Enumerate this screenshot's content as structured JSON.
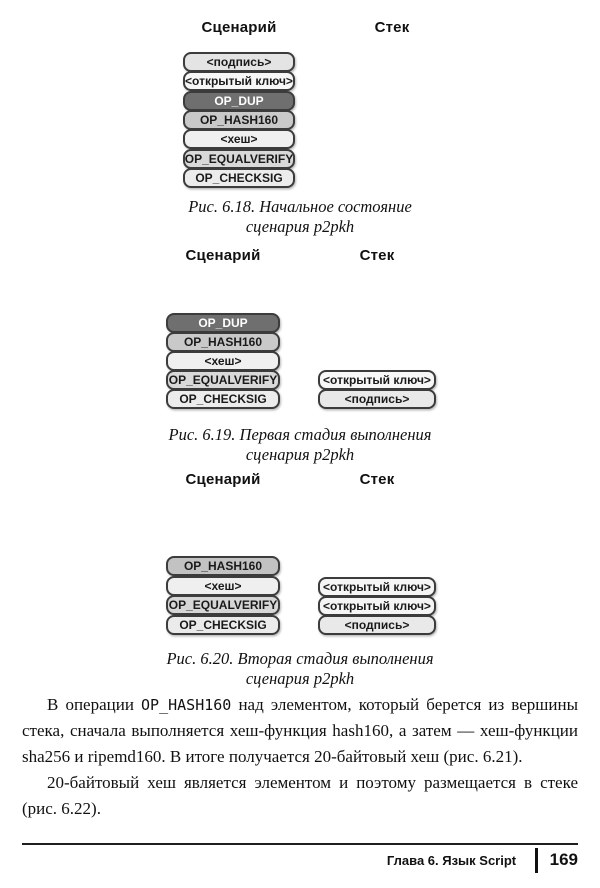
{
  "figures": [
    {
      "script_header": "Сценарий",
      "stack_header": "Стек",
      "caption_line1": "Рис. 6.18. Начальное состояние",
      "caption_line2": "сценария p2pkh",
      "script_boxes": [
        {
          "label": "<подпись>",
          "bg": "#e4e4e4",
          "fg": "#1a1a1a"
        },
        {
          "label": "<открытый ключ>",
          "bg": "#f7f7f7",
          "fg": "#1a1a1a"
        },
        {
          "label": "OP_DUP",
          "bg": "#6f6f6f",
          "fg": "#ffffff"
        },
        {
          "label": "OP_HASH160",
          "bg": "#c9c9c9",
          "fg": "#1a1a1a"
        },
        {
          "label": "<хеш>",
          "bg": "#f0f0f0",
          "fg": "#1a1a1a"
        },
        {
          "label": "OP_EQUALVERIFY",
          "bg": "#d9d9d9",
          "fg": "#1a1a1a"
        },
        {
          "label": "OP_CHECKSIG",
          "bg": "#ececec",
          "fg": "#1a1a1a"
        }
      ],
      "stack_boxes": []
    },
    {
      "script_header": "Сценарий",
      "stack_header": "Стек",
      "caption_line1": "Рис. 6.19. Первая стадия выполнения",
      "caption_line2": "сценария p2pkh",
      "script_boxes": [
        {
          "label": "OP_DUP",
          "bg": "#6f6f6f",
          "fg": "#ffffff"
        },
        {
          "label": "OP_HASH160",
          "bg": "#c9c9c9",
          "fg": "#1a1a1a"
        },
        {
          "label": "<хеш>",
          "bg": "#f0f0f0",
          "fg": "#1a1a1a"
        },
        {
          "label": "OP_EQUALVERIFY",
          "bg": "#d9d9d9",
          "fg": "#1a1a1a"
        },
        {
          "label": "OP_CHECKSIG",
          "bg": "#ececec",
          "fg": "#1a1a1a"
        }
      ],
      "stack_boxes": [
        {
          "label": "<открытый ключ>",
          "bg": "#f7f7f7",
          "fg": "#1a1a1a"
        },
        {
          "label": "<подпись>",
          "bg": "#e9e9e9",
          "fg": "#1a1a1a"
        }
      ]
    },
    {
      "script_header": "Сценарий",
      "stack_header": "Стек",
      "caption_line1": "Рис. 6.20. Вторая стадия выполнения",
      "caption_line2": "сценария p2pkh",
      "script_boxes": [
        {
          "label": "OP_HASH160",
          "bg": "#c2c2c2",
          "fg": "#1a1a1a"
        },
        {
          "label": "<хеш>",
          "bg": "#efefef",
          "fg": "#1a1a1a"
        },
        {
          "label": "OP_EQUALVERIFY",
          "bg": "#d6d6d6",
          "fg": "#1a1a1a"
        },
        {
          "label": "OP_CHECKSIG",
          "bg": "#ebebeb",
          "fg": "#1a1a1a"
        }
      ],
      "stack_boxes": [
        {
          "label": "<открытый ключ>",
          "bg": "#f5f5f5",
          "fg": "#1a1a1a"
        },
        {
          "label": "<открытый ключ>",
          "bg": "#f5f5f5",
          "fg": "#1a1a1a"
        },
        {
          "label": "<подпись>",
          "bg": "#e9e9e9",
          "fg": "#1a1a1a"
        }
      ]
    }
  ],
  "body": {
    "p1_t1": "В операции ",
    "p1_code": "OP_HASH160",
    "p1_t2": " над элементом, который берется из вершины стека, сначала выполняется хеш-функция hash160, а затем — хеш-функции sha256 и ripemd160. В итоге получается 20-байтовый хеш (рис. 6.21).",
    "p2": "20-байтовый хеш является элементом и поэтому размещается в стеке (рис. 6.22)."
  },
  "footer": {
    "chapter": "Глава 6. Язык Script",
    "page_number": "169"
  }
}
